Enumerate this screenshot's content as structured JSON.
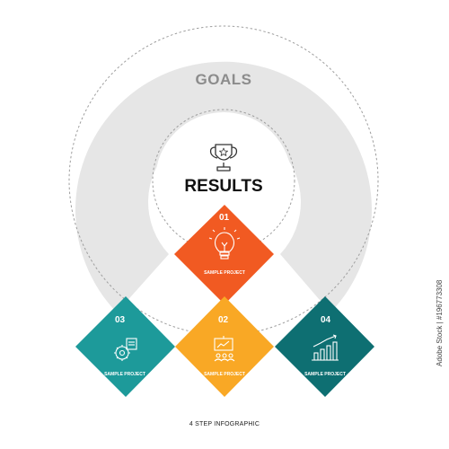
{
  "outer_label": "GOALS",
  "center": {
    "title": "RESULTS",
    "icon": "trophy-icon"
  },
  "steps": [
    {
      "number": "01",
      "label": "SAMPLE PROJECT",
      "color": "#f15a22",
      "icon": "lightbulb-icon"
    },
    {
      "number": "02",
      "label": "SAMPLE PROJECT",
      "color": "#f9a825",
      "icon": "presentation-icon"
    },
    {
      "number": "03",
      "label": "SAMPLE PROJECT",
      "color": "#1d9a9a",
      "icon": "gear-document-icon"
    },
    {
      "number": "04",
      "label": "SAMPLE PROJECT",
      "color": "#0e6f72",
      "icon": "bar-chart-icon"
    }
  ],
  "footer": "4 STEP INFOGRAPHIC",
  "stock_credit": "Adobe Stock | #196773308",
  "colors": {
    "ring": "#e6e6e6",
    "dashed": "#9e9e9e",
    "watermark": "#f2f2f2"
  }
}
